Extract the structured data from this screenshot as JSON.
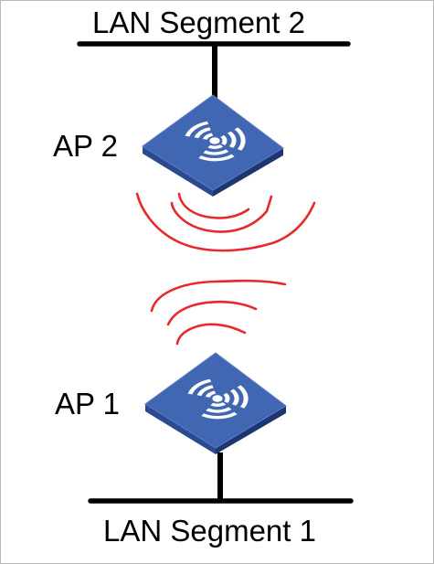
{
  "diagram": {
    "segments": {
      "top": {
        "label": "LAN Segment 2"
      },
      "bottom": {
        "label": "LAN Segment 1"
      }
    },
    "access_points": {
      "upper": {
        "label": "AP 2",
        "icon": "wireless-access-point-icon"
      },
      "lower": {
        "label": "AP 1",
        "icon": "wireless-access-point-icon"
      }
    },
    "link": {
      "type": "wireless",
      "icon": "radio-waves-icon"
    },
    "colors": {
      "ap_top": "#3a5ea8",
      "ap_side_left": "#2f4f95",
      "ap_side_right": "#1f3a78",
      "ap_symbol": "#ffffff",
      "wave": "#e8282a",
      "line": "#000000",
      "border": "#b9b9b9"
    }
  }
}
